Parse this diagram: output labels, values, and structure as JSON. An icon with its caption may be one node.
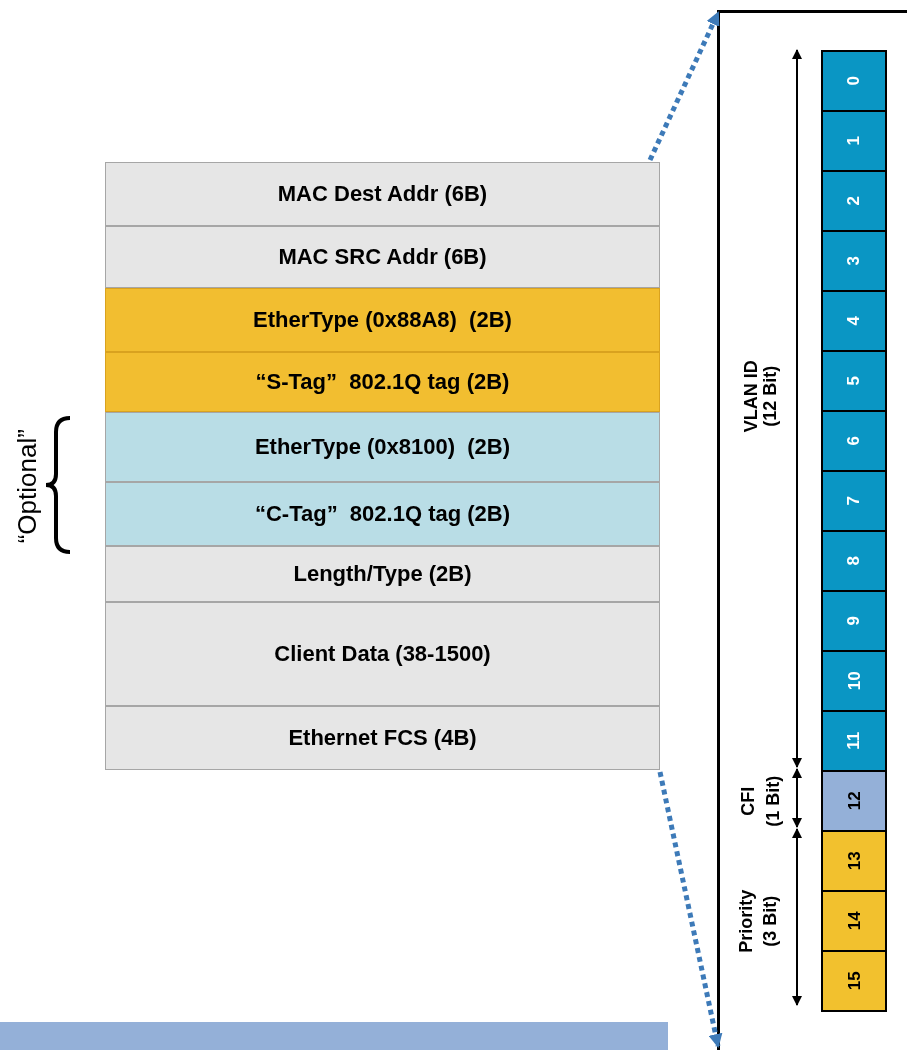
{
  "diagram": {
    "nodes": [
      {
        "text": [],
        "shape": "box"
      },
      {
        "text": [
          "MAC Dest Addr (6B)"
        ],
        "in": 0
      },
      {
        "text": [
          "MAC SRC Addr (6B)"
        ],
        "in": 0
      },
      {
        "text": [
          "EtherType (0x88A8)  (2B)"
        ],
        "in": 0
      },
      {
        "text": [
          "“S-Tag”  802.1Q tag (2B)"
        ],
        "in": 0
      },
      {
        "text": [
          "EtherType (0x8100)  (2B)"
        ],
        "in": 0
      },
      {
        "text": [
          "“C-Tag”  802.1Q tag (2B)"
        ],
        "in": 0
      },
      {
        "text": [
          "Length/Type (2B)"
        ],
        "in": 0
      },
      {
        "text": [
          "Client Data (38-1500)"
        ],
        "in": 0
      },
      {
        "text": [
          "Ethernet FCS (4B)"
        ],
        "in": 0
      },
      {
        "text": [],
        "shape": "box"
      },
      {
        "text": [
          "0"
        ],
        "in": 10
      },
      {
        "text": [
          "1"
        ],
        "in": 10
      },
      {
        "text": [
          "2"
        ],
        "in": 10
      },
      {
        "text": [
          "3"
        ],
        "in": 10
      },
      {
        "text": [
          "4"
        ],
        "in": 10
      },
      {
        "text": [
          "5"
        ],
        "in": 10
      },
      {
        "text": [
          "6"
        ],
        "in": 10
      },
      {
        "text": [
          "7"
        ],
        "in": 10
      },
      {
        "text": [
          "8"
        ],
        "in": 10
      },
      {
        "text": [
          "9"
        ],
        "in": 10
      },
      {
        "text": [
          "10"
        ],
        "in": 10
      },
      {
        "text": [
          "11"
        ],
        "in": 10
      },
      {
        "text": [
          "12"
        ],
        "in": 10
      },
      {
        "text": [
          "13"
        ],
        "in": 10
      },
      {
        "text": [
          "14"
        ],
        "in": 10
      },
      {
        "text": [
          "15"
        ],
        "in": 10
      }
    ],
    "edges": [
      {
        "from": 0,
        "to": 10,
        "arrow": "to",
        "style": "dashed",
        "color": "#3d7ab8"
      },
      {
        "from": 0,
        "to": 10,
        "arrow": "to",
        "style": "dashed",
        "color": "#3d7ab8"
      }
    ],
    "labels": [
      "“Optional”",
      "VLAN ID",
      "(12 Bit)",
      "CFI",
      "(1 Bit)",
      "Priority",
      "(3 Bit)"
    ]
  }
}
